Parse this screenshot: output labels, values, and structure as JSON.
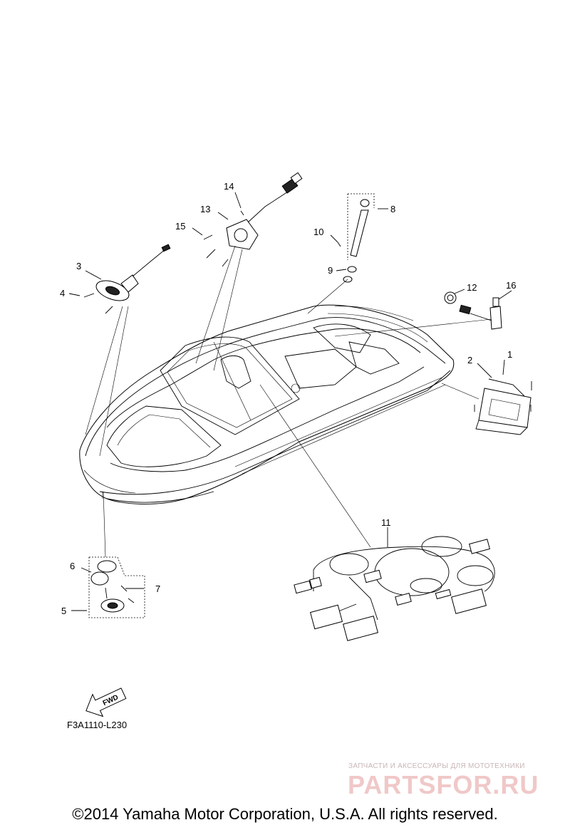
{
  "callouts": [
    "1",
    "2",
    "3",
    "4",
    "5",
    "6",
    "7",
    "8",
    "9",
    "10",
    "11",
    "12",
    "13",
    "14",
    "15",
    "16"
  ],
  "fwd_label": "FWD",
  "diagram_ref": "F3A1110-L230",
  "watermark": {
    "tagline": "ЗАПЧАСТИ И АКСЕССУАРЫ ДЛЯ МОТОТЕХНИКИ",
    "logo": "PARTSFOR.RU"
  },
  "copyright": "©2014 Yamaha Motor Corporation, U.S.A. All rights reserved."
}
